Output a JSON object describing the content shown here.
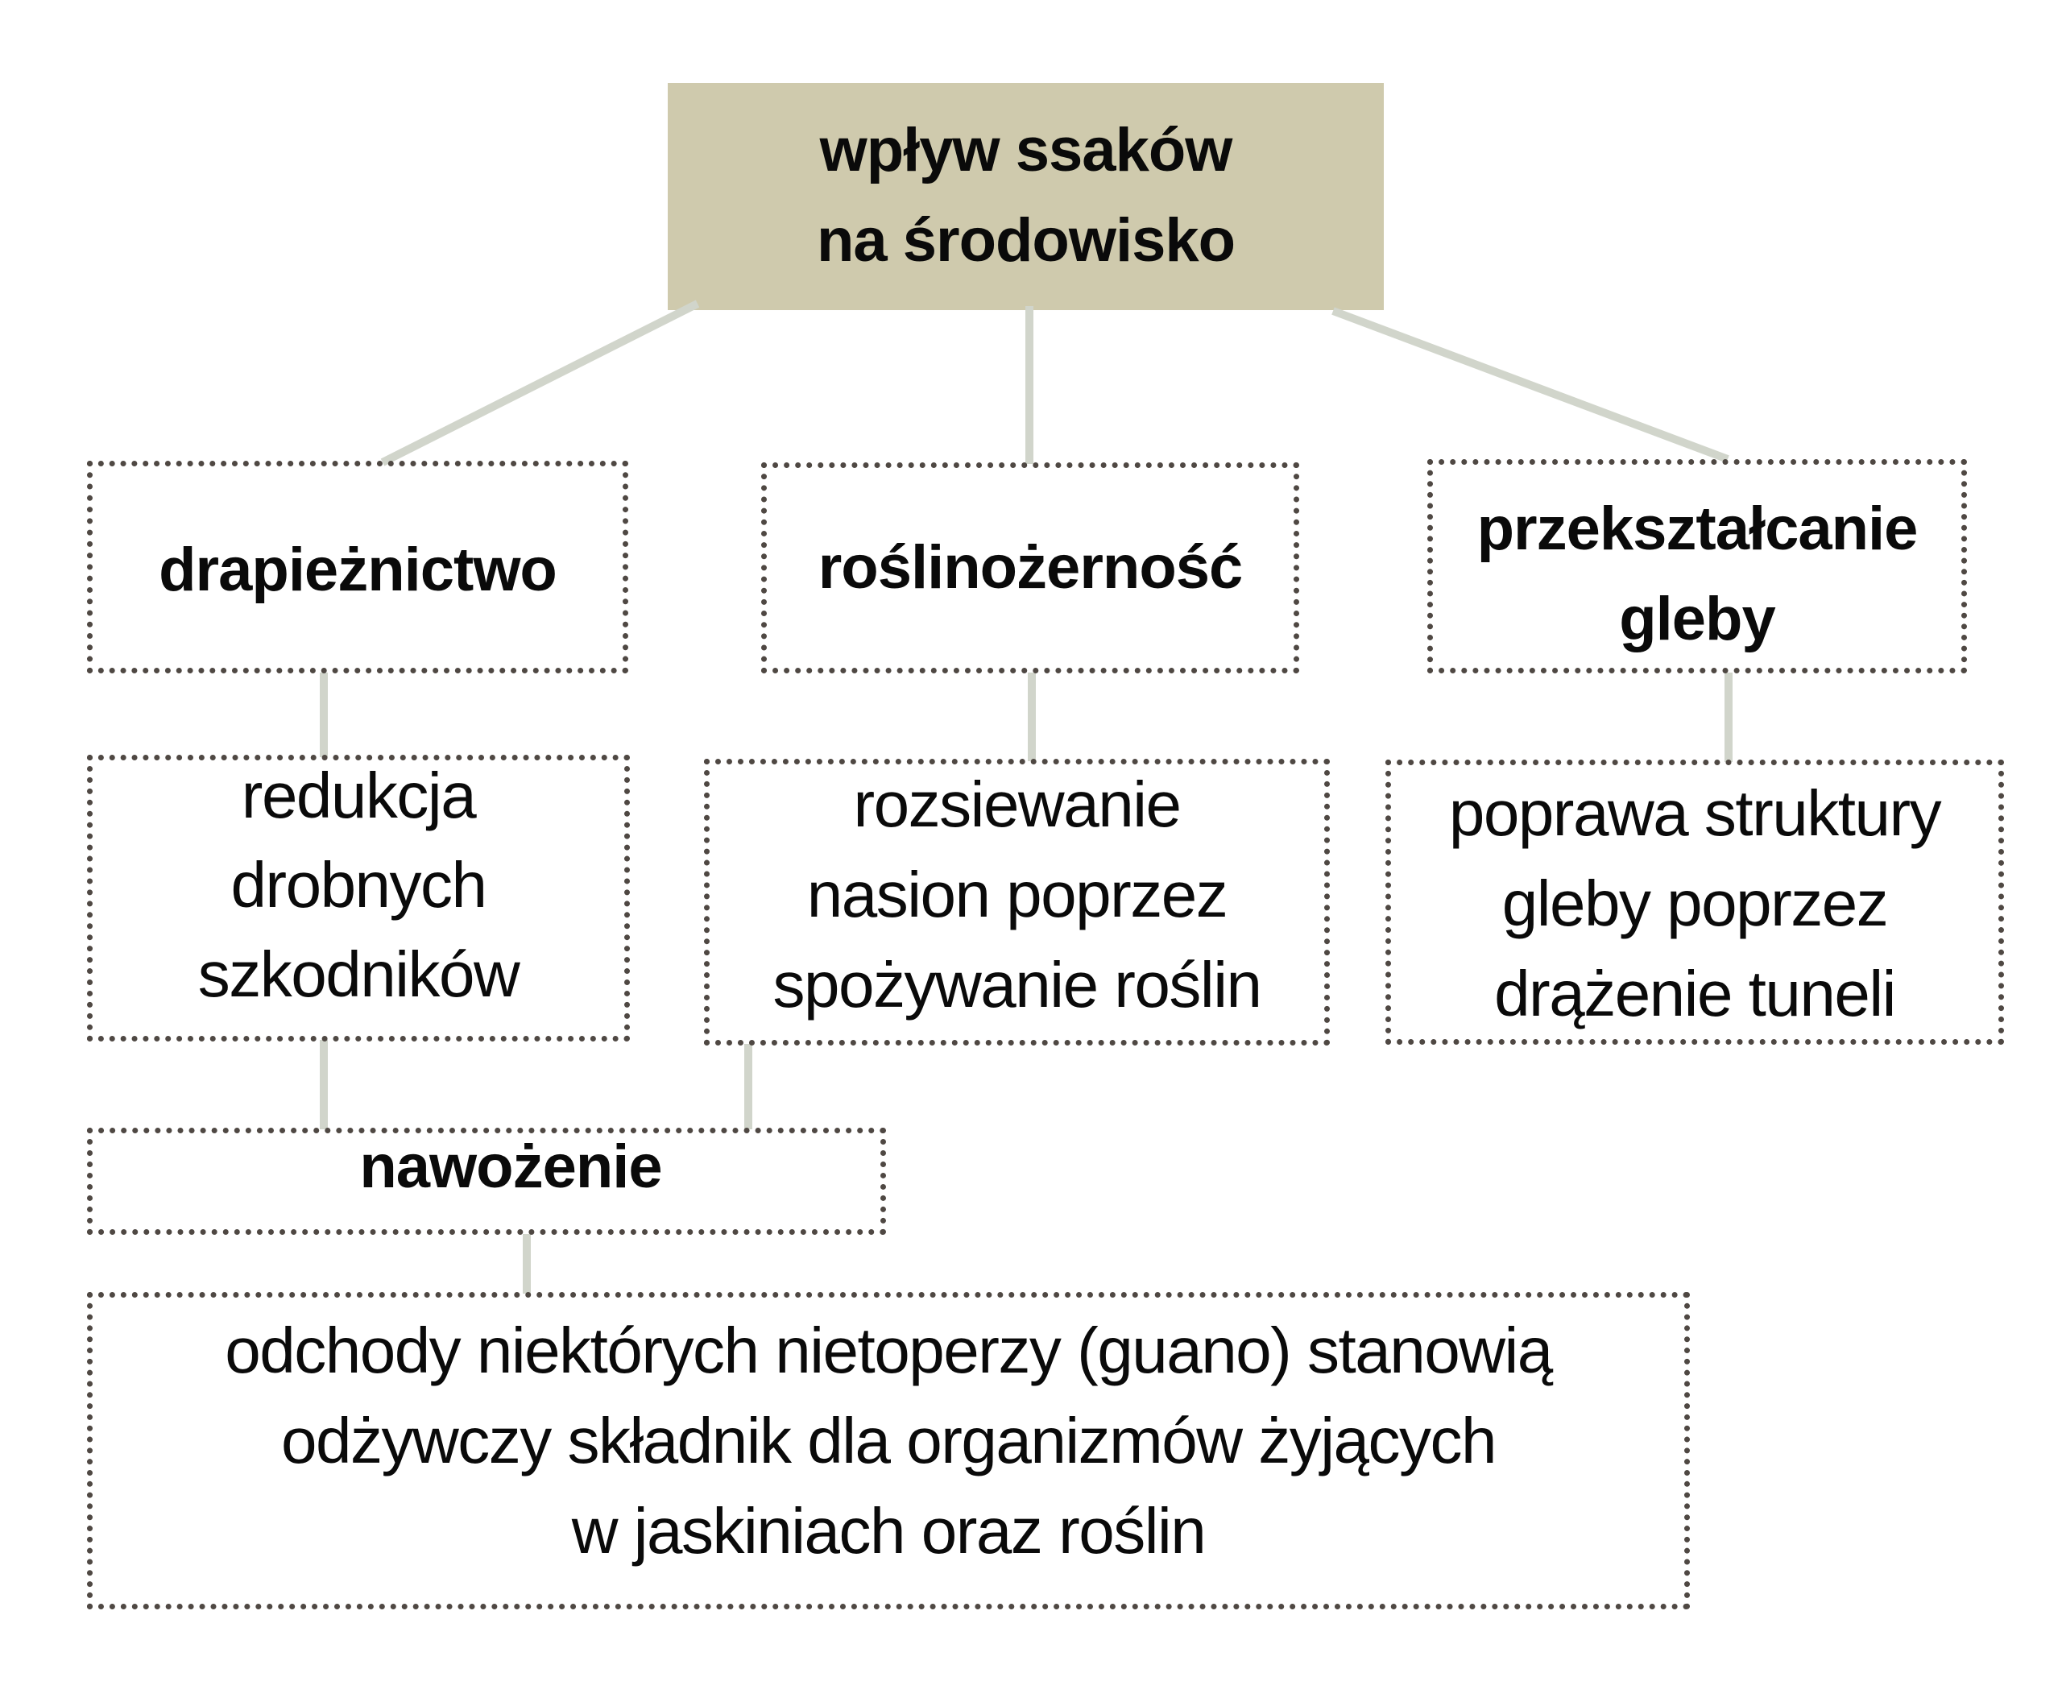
{
  "diagram": {
    "type": "concept-map",
    "language": "pl",
    "colors": {
      "root_fill": "#cfcaad",
      "connector": "#d1d5cb",
      "dotted_border": "#4f4843",
      "text": "#0a0a0a",
      "background": "#ffffff"
    },
    "root": {
      "lines": [
        "wpływ ssaków",
        "na środowisko"
      ]
    },
    "categories": [
      {
        "id": "predation",
        "lines": [
          "drapieżnictwo"
        ],
        "effect": {
          "lines": [
            "redukcja",
            "drobnych",
            "szkodników"
          ]
        }
      },
      {
        "id": "herbivory",
        "lines": [
          "roślinożerność"
        ],
        "effect": {
          "lines": [
            "rozsiewanie",
            "nasion poprzez",
            "spożywanie roślin"
          ]
        }
      },
      {
        "id": "soil",
        "lines": [
          "przekształcanie",
          "gleby"
        ],
        "effect": {
          "lines": [
            "poprawa struktury",
            "gleby poprzez",
            "drążenie tuneli"
          ]
        }
      }
    ],
    "fertilization": {
      "lines": [
        "nawożenie"
      ],
      "effect": {
        "lines": [
          "odchody niektórych nietoperzy (guano) stanowią",
          "odżywczy składnik dla organizmów żyjących",
          "w jaskiniach oraz roślin"
        ]
      }
    },
    "edges": [
      [
        "root",
        "predation"
      ],
      [
        "root",
        "herbivory"
      ],
      [
        "root",
        "soil"
      ],
      [
        "predation",
        "predation-effect"
      ],
      [
        "herbivory",
        "herbivory-effect"
      ],
      [
        "soil",
        "soil-effect"
      ],
      [
        "predation-effect",
        "fertilization"
      ],
      [
        "herbivory-effect",
        "fertilization"
      ],
      [
        "fertilization",
        "fertilization-effect"
      ]
    ]
  }
}
